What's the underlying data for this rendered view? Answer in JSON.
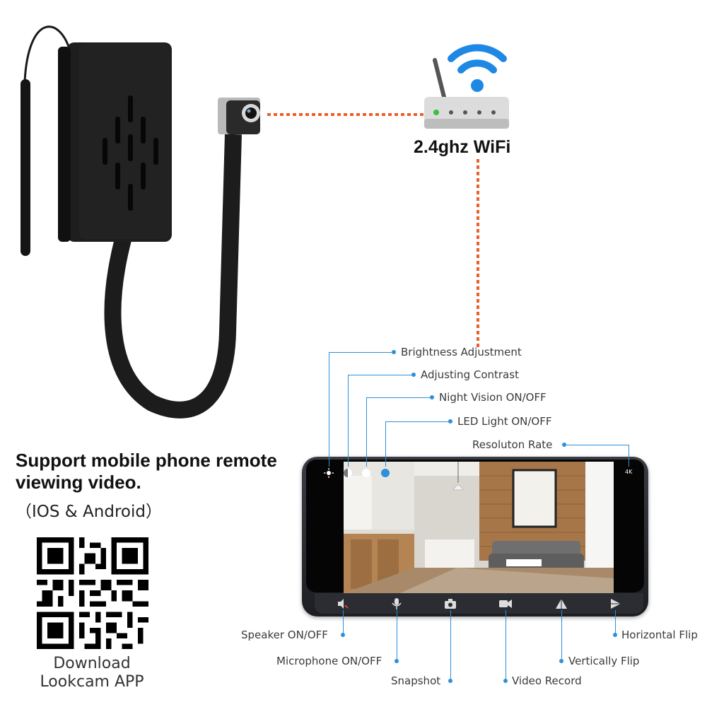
{
  "wifi": {
    "label": "2.4ghz WiFi"
  },
  "promo": {
    "headline_line1": "Support mobile phone remote",
    "headline_line2": "viewing video.",
    "platforms": "（IOS & Android）"
  },
  "download": {
    "line1": "Download",
    "line2": "Lookcam APP"
  },
  "callouts_top": {
    "brightness": "Brightness Adjustment",
    "contrast": "Adjusting Contrast",
    "night_vision": "Night Vision ON/OFF",
    "led_light": "LED Light ON/OFF",
    "resolution": "Resoluton Rate"
  },
  "callouts_bottom": {
    "speaker": "Speaker ON/OFF",
    "microphone": "Microphone ON/OFF",
    "snapshot": "Snapshot",
    "video_record": "Video Record",
    "vertical_flip": "Vertically Flip",
    "horizontal_flip": "Horizontal Flip"
  },
  "screen": {
    "resolution_badge": "4K"
  },
  "icons": {
    "toolbar": [
      "speaker-icon",
      "microphone-icon",
      "camera-icon",
      "video-camera-icon",
      "vertical-flip-icon",
      "horizontal-flip-icon"
    ],
    "top_controls": [
      "brightness-icon",
      "contrast-icon",
      "night-vision-icon",
      "led-light-icon"
    ]
  },
  "colors": {
    "accent": "#2f8fd8",
    "connector": "#e8602c",
    "wifi": "#1e88e5"
  }
}
